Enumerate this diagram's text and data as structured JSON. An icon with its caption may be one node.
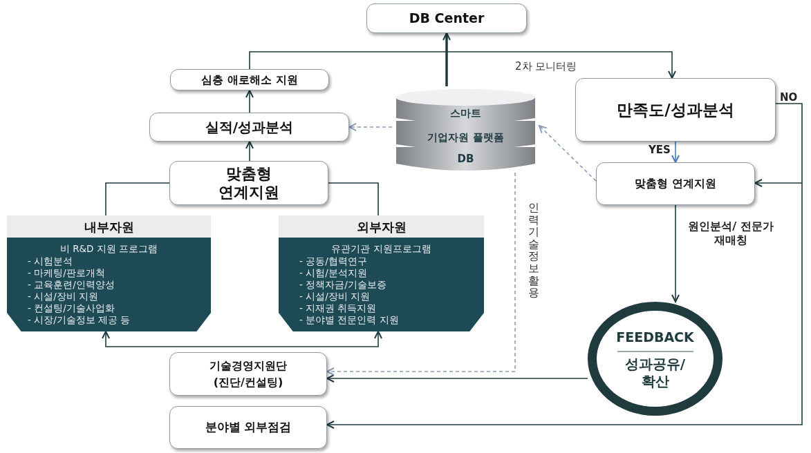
{
  "diagram": {
    "nodes": [
      {
        "text": [
          "DB Center"
        ]
      },
      {
        "text": [
          "심층 애로해소 지원"
        ]
      },
      {
        "text": [
          "스마트",
          "기업자원 플랫폼",
          "DB"
        ]
      },
      {
        "text": [
          "만족도/성과분석"
        ]
      },
      {
        "text": [
          "실적/성과분석"
        ]
      },
      {
        "text": [
          "맞춤형 연계지원"
        ]
      },
      {
        "text": [
          "맞춤형 연계지원"
        ]
      },
      {
        "text": [
          "내부자원",
          "비 R&D 지원 프로그램",
          "- 시험분석",
          "- 마케팅/판로개척",
          "- 교육훈련/인력양성",
          "- 시설/장비 지원",
          "- 컨설팅/기술사업화",
          "- 시장/기술정보 제공 등"
        ]
      },
      {
        "text": [
          "외부자원",
          "유관기관 지원프로그램",
          "- 공동/협력연구",
          "- 시험/분석지원",
          "- 정책자금/기술보증",
          "- 시설/장비 지원",
          "- 지재권 취득지원",
          "- 분야별 전문인력 지원"
        ]
      },
      {
        "text": [
          "FEEDBACK",
          "성과공유/ 확산"
        ]
      },
      {
        "text": [
          "기술경영지원단 (진단/컨설팅)"
        ]
      },
      {
        "text": [
          "분야별 외부점검"
        ]
      }
    ],
    "edges": [
      {
        "from": 2,
        "to": 0,
        "arrow": "to",
        "style": "thick"
      },
      {
        "from": 1,
        "to": 3,
        "arrow": "to",
        "label": "2차 모니터링"
      },
      {
        "from": 4,
        "to": 1,
        "arrow": "to"
      },
      {
        "from": 6,
        "to": 4,
        "arrow": "to"
      },
      {
        "from": 6,
        "to": 7,
        "arrow": "none"
      },
      {
        "from": 6,
        "to": 8,
        "arrow": "none"
      },
      {
        "from": 7,
        "to": 8,
        "arrow": "both"
      },
      {
        "from": 2,
        "to": 4,
        "arrow": "to",
        "style": "dashed",
        "color": "#8a9bb8"
      },
      {
        "from": 5,
        "to": 2,
        "arrow": "to",
        "style": "dashed",
        "color": "#8a9bb8"
      },
      {
        "from": 3,
        "to": 5,
        "arrow": "to",
        "label": "YES",
        "color": "#4a78c0"
      },
      {
        "from": 3,
        "to": 5,
        "arrow": "to",
        "label": "NO"
      },
      {
        "from": 3,
        "to": 11,
        "arrow": "to"
      },
      {
        "from": 5,
        "to": 9,
        "arrow": "to",
        "label": "원인분석/ 전문가 재매칭"
      },
      {
        "from": 9,
        "to": 10,
        "arrow": "to"
      },
      {
        "from": 2,
        "to": 10,
        "arrow": "to",
        "label": "인력기술정보활용",
        "style": "dashed",
        "color": "#8a9bb8"
      }
    ]
  }
}
